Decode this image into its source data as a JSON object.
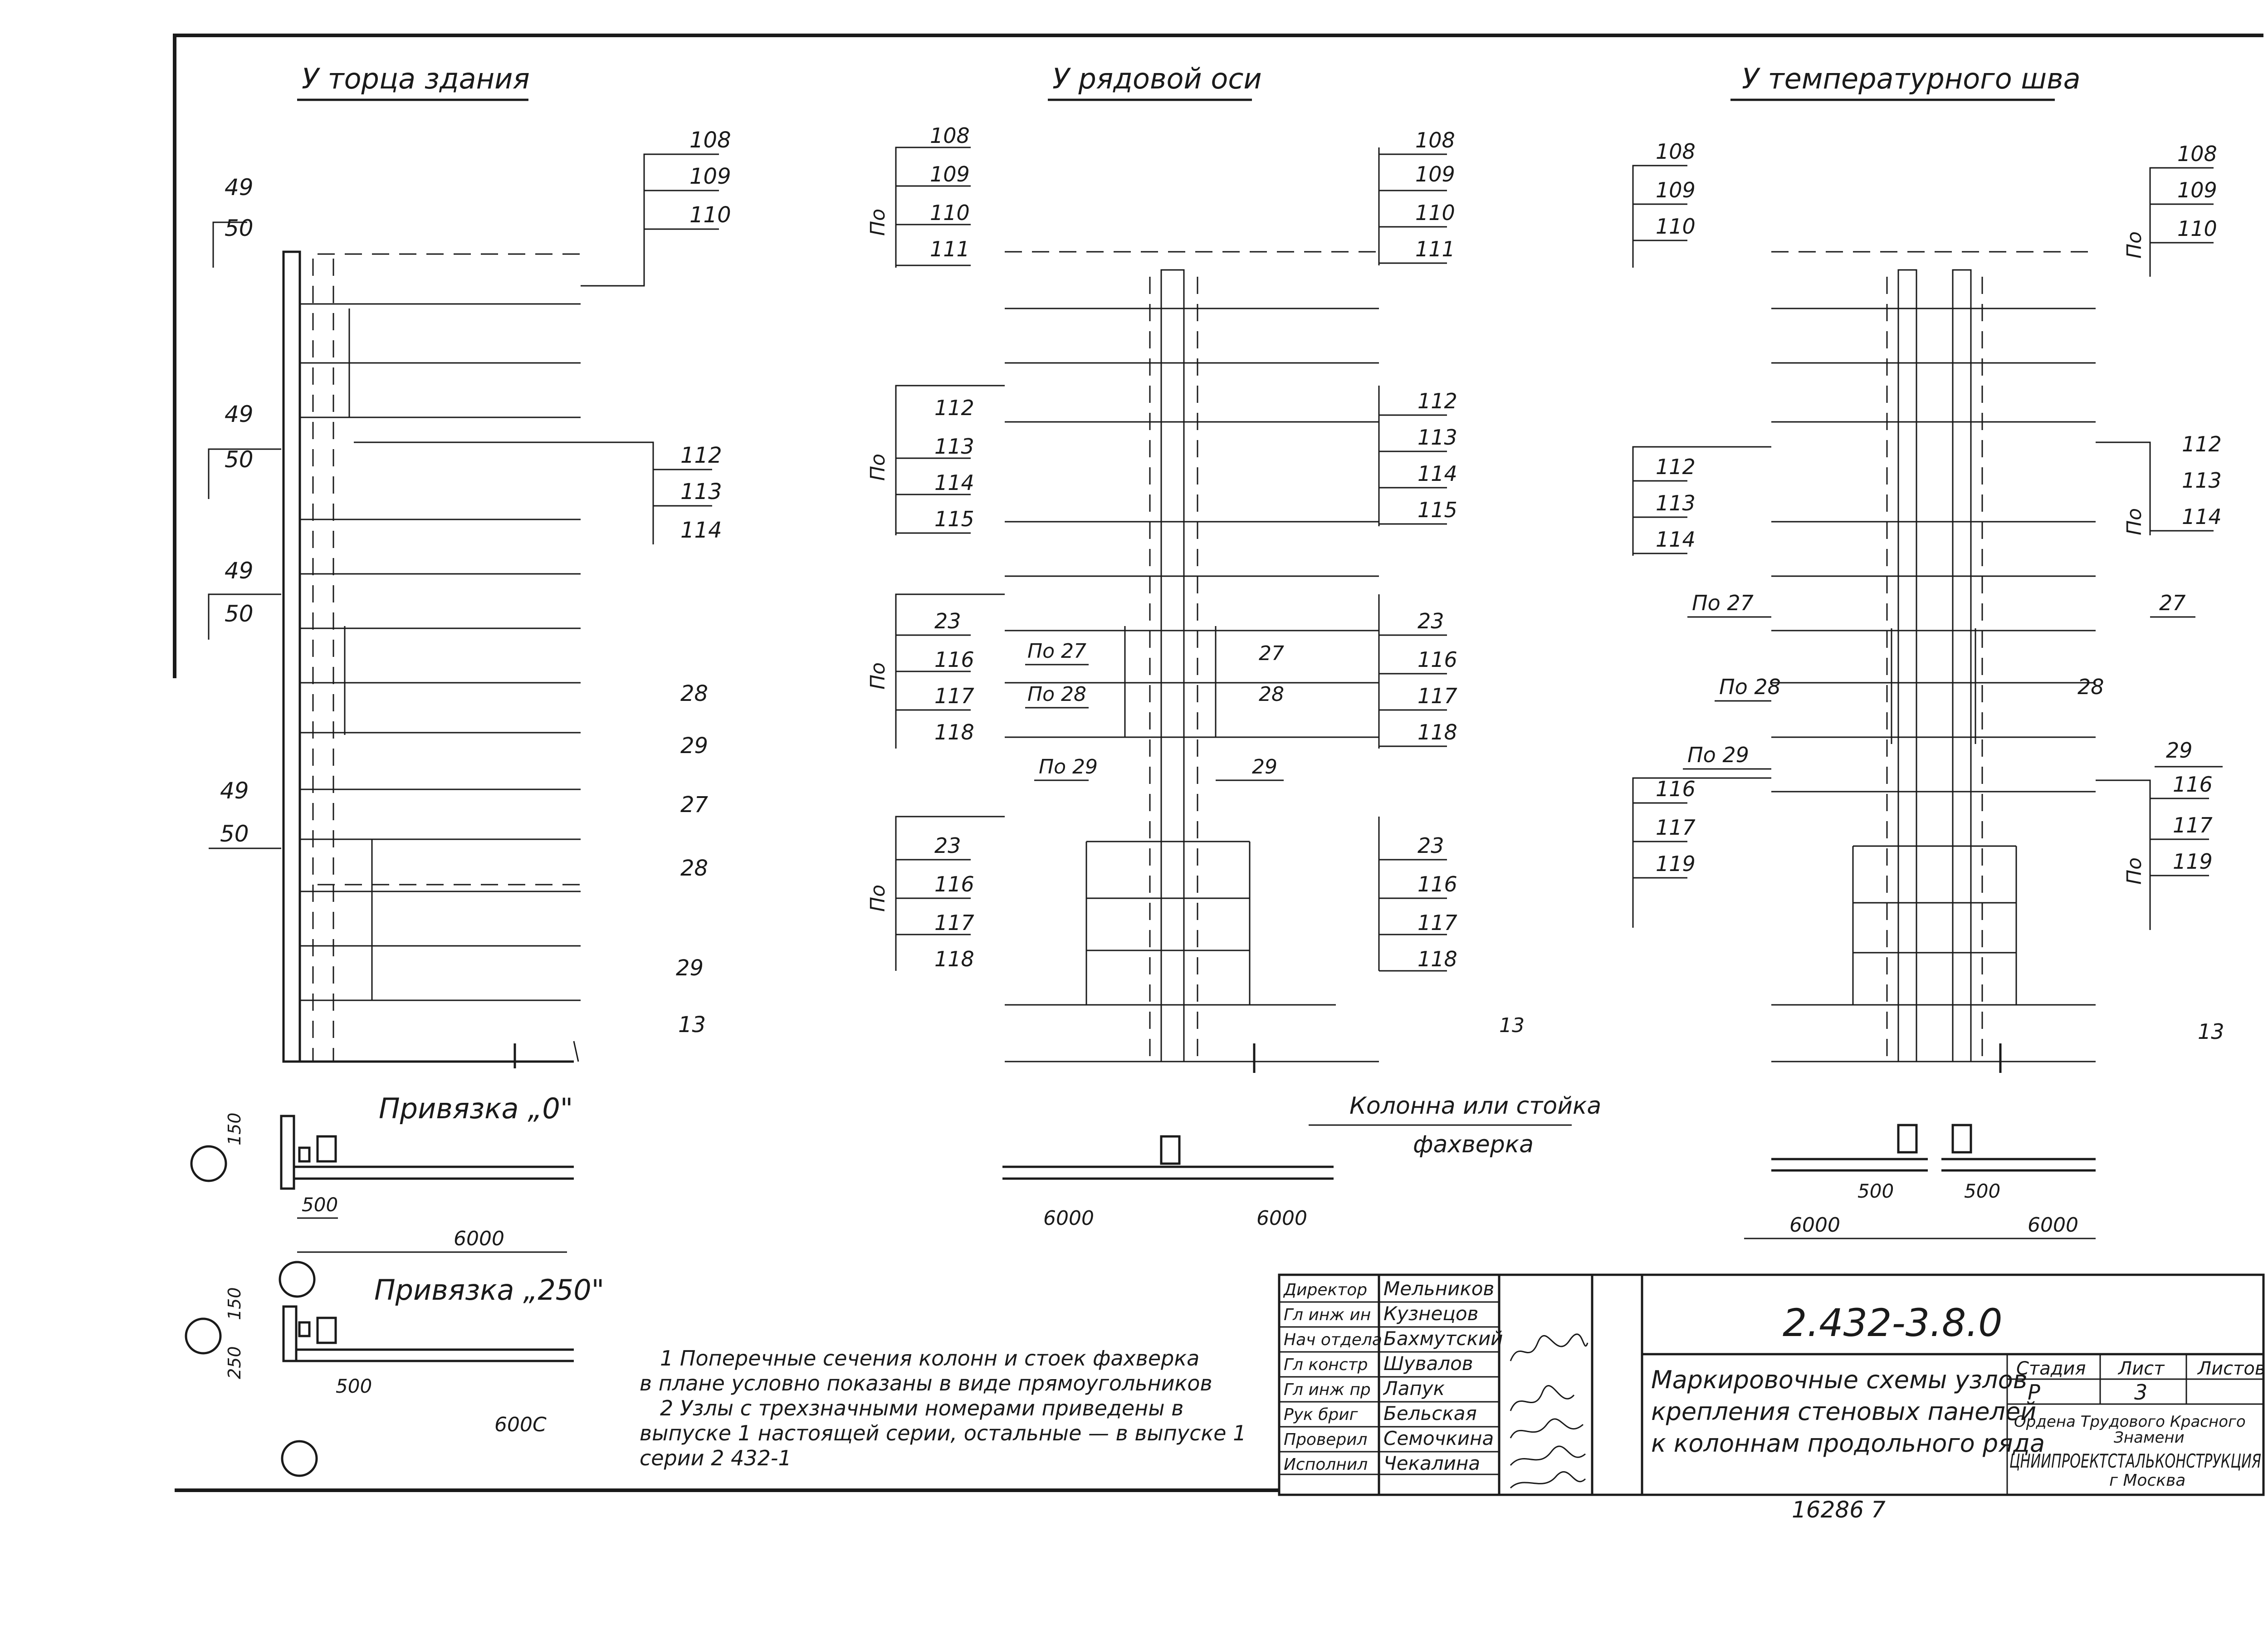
{
  "sections": [
    {
      "title": "У торца здания"
    },
    {
      "title": "У рядовой оси"
    },
    {
      "title": "У температурного шва"
    }
  ],
  "left_marks": [
    "49",
    "50",
    "49",
    "50",
    "49",
    "50",
    "49",
    "50"
  ],
  "left_right_marks": [
    "108",
    "109",
    "110",
    "112",
    "113",
    "114",
    "28",
    "29",
    "27",
    "28",
    "29",
    "13"
  ],
  "mid_left_marks": [
    "108",
    "109",
    "110",
    "111",
    "112",
    "113",
    "114",
    "115",
    "23",
    "116",
    "117",
    "118",
    "23",
    "116",
    "117",
    "118"
  ],
  "mid_right_marks": [
    "108",
    "109",
    "110",
    "111",
    "112",
    "113",
    "114",
    "115",
    "23",
    "116",
    "117",
    "118",
    "23",
    "116",
    "117",
    "118"
  ],
  "mid_inner_marks": [
    "По 27",
    "По 28",
    "По 29",
    "27",
    "28",
    "29",
    "13"
  ],
  "right_left_marks": [
    "108",
    "109",
    "110",
    "112",
    "113",
    "114",
    "По 27",
    "По 28",
    "По 29",
    "116",
    "117",
    "119"
  ],
  "right_right_marks": [
    "108",
    "109",
    "110",
    "112",
    "113",
    "114",
    "27",
    "28",
    "29",
    "116",
    "117",
    "119",
    "13"
  ],
  "po": "По",
  "binding_0": "Привязка „0\"",
  "binding_250": "Привязка „250\"",
  "column_label_1": "Колонна или стойка",
  "column_label_2": "фахверка",
  "dims": {
    "d150": "150",
    "d150b": "150",
    "d250": "250",
    "d500a": "500",
    "d500b": "500",
    "d500c": "500",
    "d500d": "500",
    "d6000a": "6000",
    "d6000b": "6000",
    "d6000c": "6000",
    "d6000d": "6000",
    "d6000e": "6000",
    "d600c": "600С"
  },
  "notes": {
    "line1": "1  Поперечные  сечения  колонн и стоек фахверка",
    "line2": "в  плане    условно     показаны в виде  прямоугольников",
    "line3": "2  Узлы  с  трехзначными   номерами  приведены  в",
    "line4": "выпуске 1  настоящей  серии,  остальные — в выпуске 1",
    "line5": "серии  2 432-1"
  },
  "title_block": {
    "roles": [
      "Директор",
      "Гл инж ин",
      "Нач отдела",
      "Гл констр",
      "Гл инж пр",
      "Рук бриг",
      "Проверил",
      "Исполнил"
    ],
    "names": [
      "Мельников",
      "Кузнецов",
      "Бахмутский",
      "Шувалов",
      "Лапук",
      "Бельская",
      "Семочкина",
      "Чекалина"
    ],
    "code": "2.432-3.8.0",
    "desc1": "Маркировочные схемы узлов",
    "desc2": "крепления стеновых панелей",
    "desc3": "к колоннам продольного ряда",
    "stage_label": "Стадия",
    "sheet_label": "Лист",
    "sheets_label": "Листов",
    "stage_value": "Р",
    "sheet_value": "3",
    "org1": "Ордена  Трудового  Красного",
    "org2": "Знамени",
    "org3": "ЦНИИПРОЕКТСТАЛЬКОНСТРУКЦИЯ",
    "org4": "г Москва"
  },
  "footer_number": "16286    7"
}
